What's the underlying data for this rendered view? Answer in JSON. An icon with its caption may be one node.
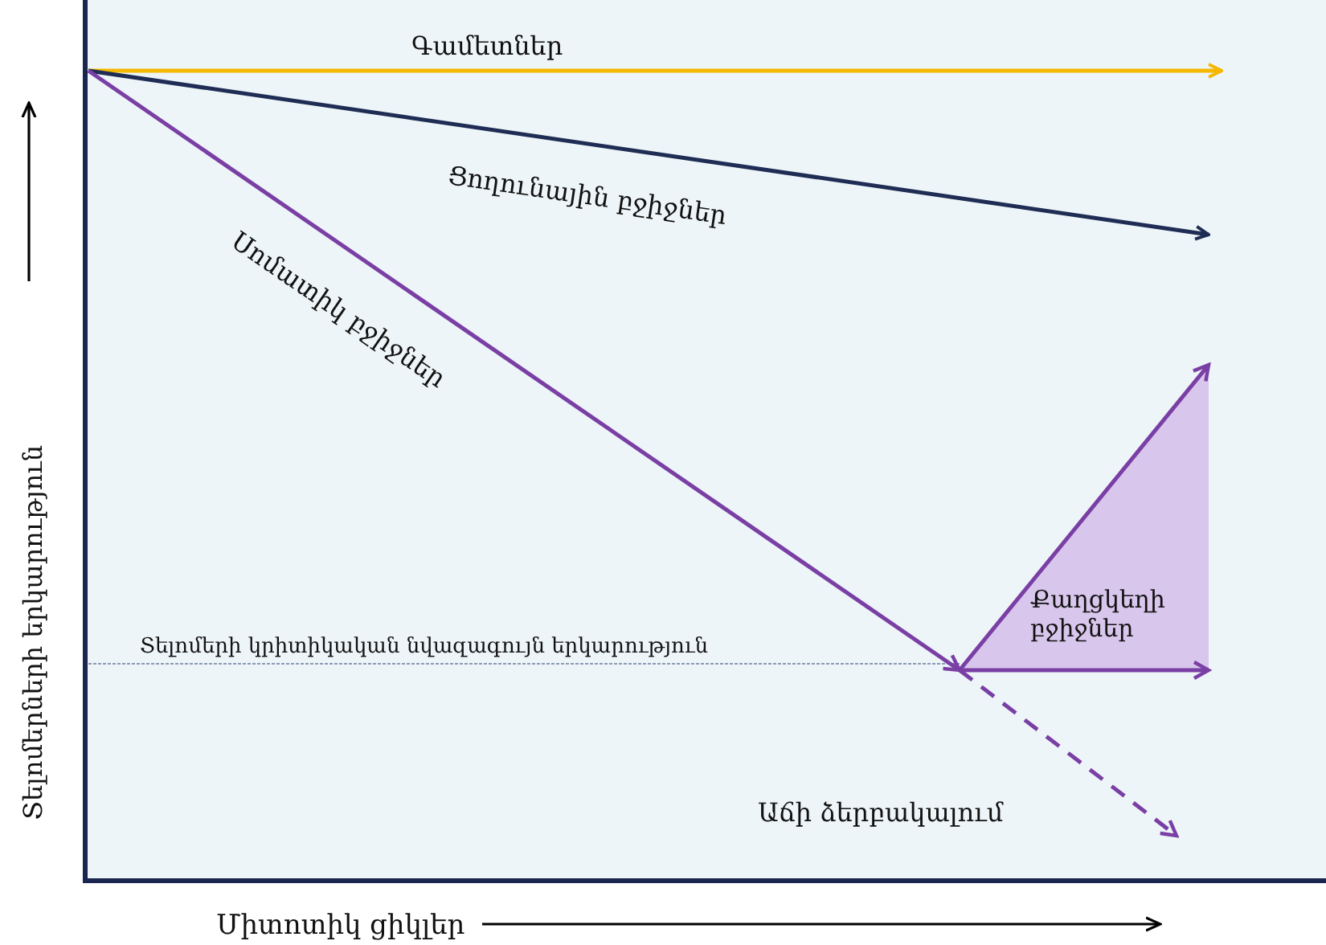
{
  "diagram": {
    "labels": [
      "Գամետներ",
      "Ցողունային բջիջներ",
      "Սոմատիկ բջիջներ",
      "Տելոմերի կրիտիկական նվազագույն երկարություն",
      "Քաղցկեղի բջիջներ",
      "Աճի ձերբակալում",
      "Տելոմերների երկարություն",
      "Միտոտիկ ցիկլեր"
    ]
  }
}
